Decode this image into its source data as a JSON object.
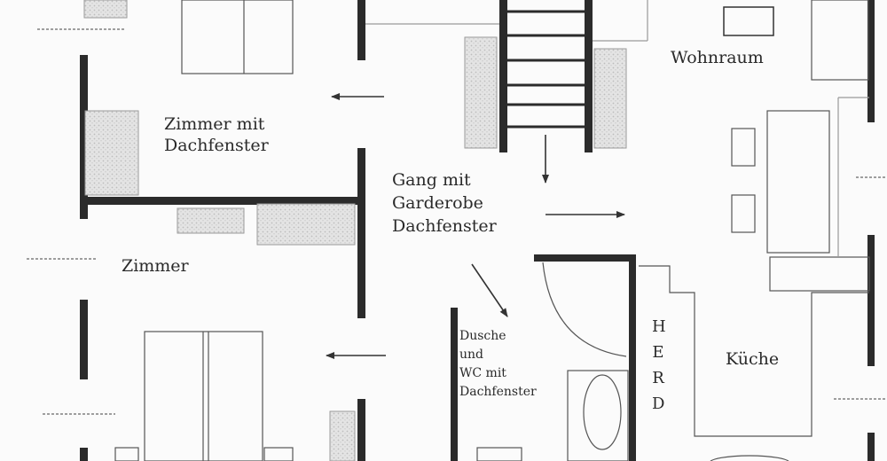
{
  "rooms": {
    "zimmer_dachfenster": {
      "line1": "Zimmer mit",
      "line2": "Dachfenster"
    },
    "zimmer": {
      "label": "Zimmer"
    },
    "gang": {
      "line1": "Gang mit",
      "line2": "Garderobe",
      "line3": "Dachfenster"
    },
    "wohnraum": {
      "label": "Wohnraum"
    },
    "kueche": {
      "label": "Küche"
    },
    "dusche_wc": {
      "line1": "Dusche",
      "line2": "und",
      "line3": "WC mit",
      "line4": "Dachfenster"
    },
    "herd": {
      "letters": [
        "H",
        "E",
        "R",
        "D"
      ]
    }
  }
}
